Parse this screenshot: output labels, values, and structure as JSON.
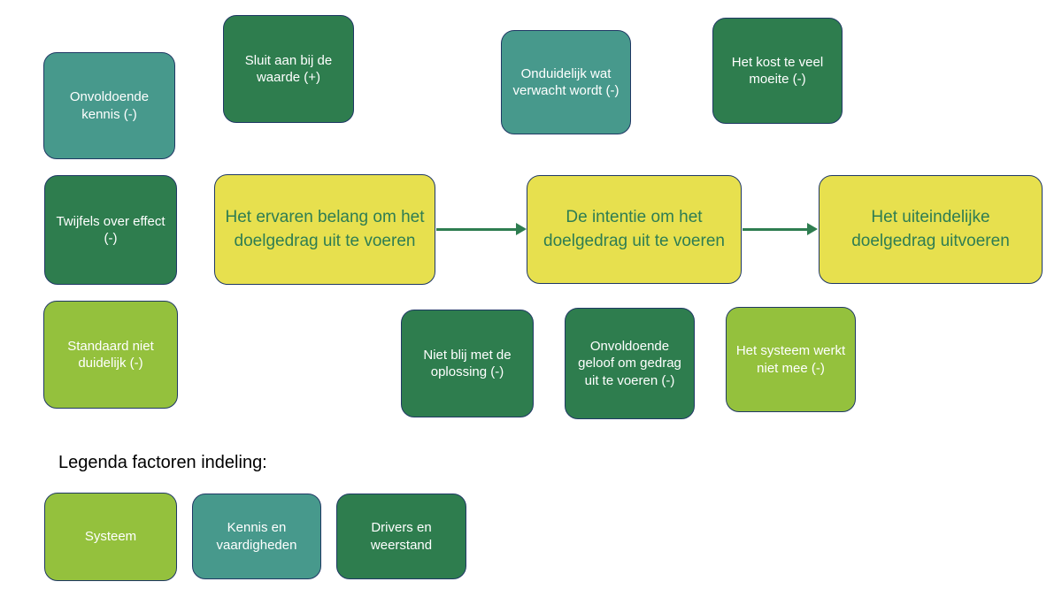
{
  "colors": {
    "system": "#94C13D",
    "knowledge": "#47998C",
    "drivers": "#2E7D4E",
    "stage_fill": "#E7E04E",
    "stage_text": "#2E7D52",
    "factor_text": "#FFFFFF",
    "border": "#1F3864",
    "arrow": "#2E7D50",
    "background": "#FFFFFF"
  },
  "factors": [
    {
      "label": "Onvoldoende kennis (-)",
      "category": "knowledge"
    },
    {
      "label": "Sluit aan bij de waarde (+)",
      "category": "drivers"
    },
    {
      "label": "Onduidelijk wat verwacht wordt (-)",
      "category": "knowledge"
    },
    {
      "label": "Het kost te veel moeite (-)",
      "category": "drivers"
    },
    {
      "label": "Twijfels over effect (-)",
      "category": "drivers"
    },
    {
      "label": "Standaard niet duidelijk (-)",
      "category": "system"
    },
    {
      "label": "Niet blij met de oplossing (-)",
      "category": "drivers"
    },
    {
      "label": "Onvoldoende geloof om gedrag uit te voeren (-)",
      "category": "drivers"
    },
    {
      "label": "Het systeem werkt niet mee (-)",
      "category": "system"
    }
  ],
  "stages": [
    {
      "label": "Het ervaren belang om het doelgedrag uit te voeren"
    },
    {
      "label": "De intentie om het doelgedrag uit te voeren"
    },
    {
      "label": "Het uiteindelijke doelgedrag uitvoeren"
    }
  ],
  "legend": {
    "title": "Legenda factoren indeling:",
    "items": [
      {
        "label": "Systeem",
        "category": "system"
      },
      {
        "label": "Kennis en vaardigheden",
        "category": "knowledge"
      },
      {
        "label": "Drivers en weerstand",
        "category": "drivers"
      }
    ]
  }
}
